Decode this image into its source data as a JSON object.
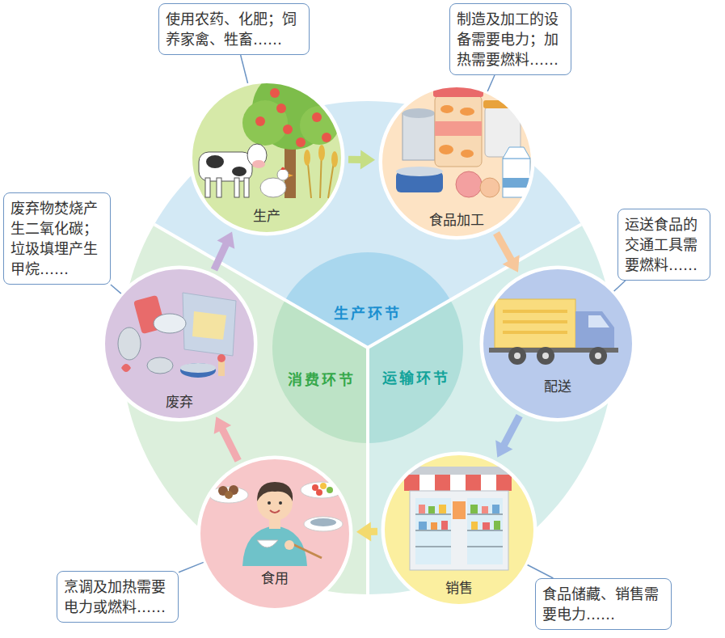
{
  "diagram": {
    "nodes": [
      {
        "text": [
          "使用农药、化肥；饲 养家禽、牲畜……"
        ]
      },
      {
        "text": [
          "制造及加工的设 备需要电力；加 热需要燃料……"
        ]
      },
      {
        "text": [
          "废弃物焚烧产 生二氧化碳； 垃圾填埋产生 甲烷……"
        ]
      },
      {
        "text": [
          "生产"
        ]
      },
      {
        "text": [
          "食品加工"
        ]
      },
      {
        "text": [
          "运送食品的 交通工具需 要燃料……"
        ]
      },
      {
        "text": [
          "配送"
        ]
      },
      {
        "text": [
          "废弃"
        ]
      },
      {
        "text": [
          "食用"
        ]
      },
      {
        "text": [
          "销售"
        ]
      },
      {
        "text": [
          "烹调及加热需要 电力或燃料……"
        ]
      },
      {
        "text": [
          "食品储藏、销售需 要电力……"
        ]
      }
    ],
    "edges": [
      {
        "from": 3,
        "to": 4,
        "arrow": "to"
      },
      {
        "from": 4,
        "to": 6,
        "arrow": "to"
      },
      {
        "from": 6,
        "to": 9,
        "arrow": "to"
      },
      {
        "from": 9,
        "to": 8,
        "arrow": "to"
      },
      {
        "from": 8,
        "to": 7,
        "arrow": "to"
      },
      {
        "from": 7,
        "to": 3,
        "arrow": "to"
      },
      {
        "from": 0,
        "to": 3,
        "arrow": "none"
      },
      {
        "from": 1,
        "to": 4,
        "arrow": "none"
      },
      {
        "from": 2,
        "to": 7,
        "arrow": "none"
      },
      {
        "from": 5,
        "to": 6,
        "arrow": "none"
      },
      {
        "from": 10,
        "to": 8,
        "arrow": "none"
      },
      {
        "from": 11,
        "to": 9,
        "arrow": "none"
      }
    ],
    "labels": [
      "生产环节",
      "消费环节",
      "运输环节"
    ]
  }
}
